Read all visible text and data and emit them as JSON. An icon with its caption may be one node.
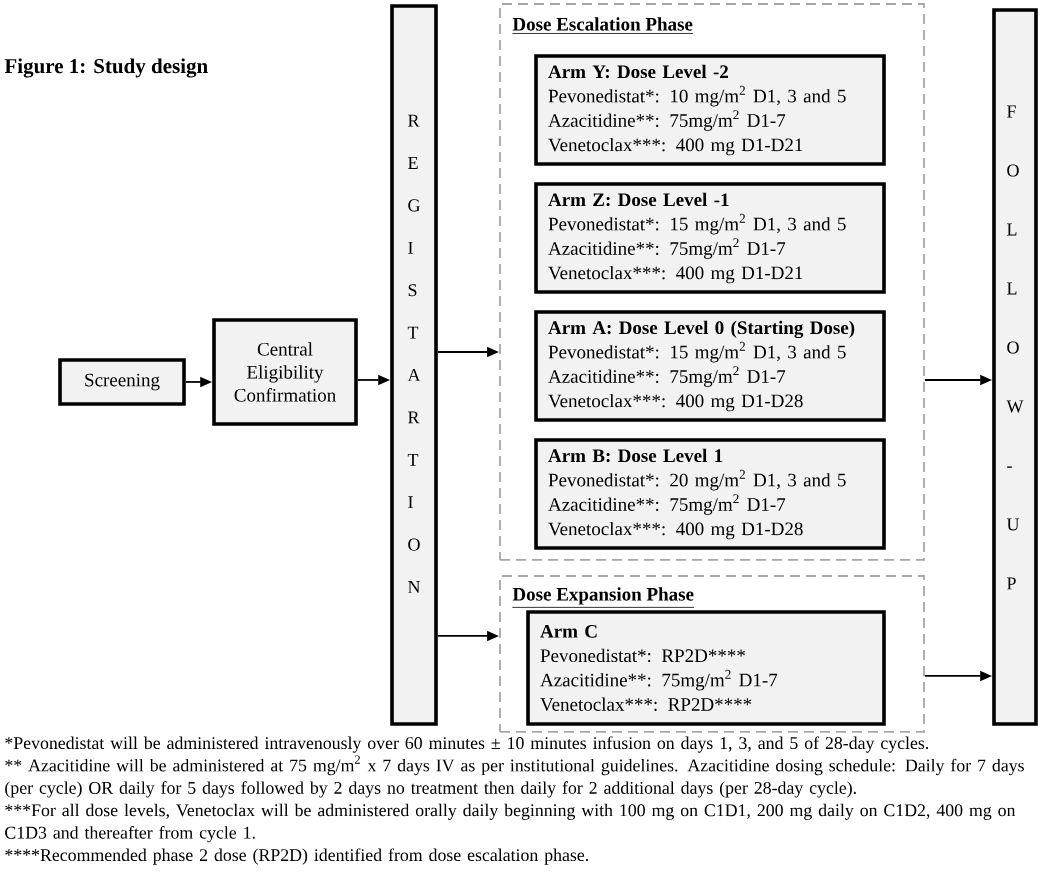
{
  "diagram": {
    "title": "Figure 1: Study design",
    "nodes": [
      {
        "text": [
          "Screening"
        ]
      },
      {
        "text": [
          "Central Eligibility Confirmation"
        ]
      },
      {
        "text": [
          "REGISTARTION"
        ]
      },
      {
        "text": [
          "Dose Escalation Phase"
        ]
      },
      {
        "text": [
          "Arm Y: Dose Level -2",
          "Pevonedistat*: 10 mg/m$^{2}$ D1, 3 and 5",
          "Azacitidine**: 75mg/m$^{2}$ D1-7",
          "Venetoclax***: 400 mg D1-D21"
        ],
        "in": 3
      },
      {
        "text": [
          "Arm Z: Dose Level -1",
          "Pevonedistat*: 15 mg/m$^{2}$ D1, 3 and 5",
          "Azacitidine**: 75mg/m$^{2}$ D1-7",
          "Venetoclax***: 400 mg D1-D21"
        ],
        "in": 3
      },
      {
        "text": [
          "Arm A: Dose Level 0 (Starting Dose)",
          "Pevonedistat*: 15 mg/m$^{2}$ D1, 3 and 5",
          "Azacitidine**: 75mg/m$^{2}$ D1-7",
          "Venetoclax***: 400 mg D1-D28"
        ],
        "in": 3
      },
      {
        "text": [
          "Arm B: Dose Level 1",
          "Pevonedistat*: 20 mg/m$^{2}$ D1, 3 and 5",
          "Azacitidine**: 75mg/m$^{2}$ D1-7",
          "Venetoclax***: 400 mg D1-D28"
        ],
        "in": 3
      },
      {
        "text": [
          "Dose Expansion Phase"
        ]
      },
      {
        "text": [
          "Arm C",
          "Pevonedistat*: RP2D****",
          "Azacitidine**: 75mg/m$^{2}$ D1-7",
          "Venetoclax***: RP2D****"
        ],
        "in": 8
      },
      {
        "text": [
          "FOLLOW-UP"
        ]
      }
    ],
    "edges": [
      {
        "from": 0,
        "to": 1,
        "arrow": "to"
      },
      {
        "from": 1,
        "to": 2,
        "arrow": "to"
      },
      {
        "from": 2,
        "to": 3,
        "arrow": "to"
      },
      {
        "from": 2,
        "to": 8,
        "arrow": "to"
      },
      {
        "from": 3,
        "to": 10,
        "arrow": "to"
      },
      {
        "from": 8,
        "to": 10,
        "arrow": "to"
      }
    ],
    "labels": [
      "*Pevonedistat will be administered intravenously over 60 minutes ± 10 minutes infusion on days 1, 3, and 5 of 28-day cycles.",
      "** Azacitidine will be administered at 75 mg/m$^{2}$ x 7 days IV as per institutional guidelines. Azacitidine dosing schedule: Daily for 7 days (per cycle) OR daily for 5 days followed by 2 days no treatment then daily for 2 additional days (per 28-day cycle).",
      "***For all dose levels, Venetoclax will be administered orally daily beginning with 100 mg on C1D1, 200 mg daily on C1D2, 400 mg on C1D3 and thereafter from cycle 1.",
      "****Recommended phase 2 dose (RP2D) identified from dose escalation phase."
    ]
  }
}
